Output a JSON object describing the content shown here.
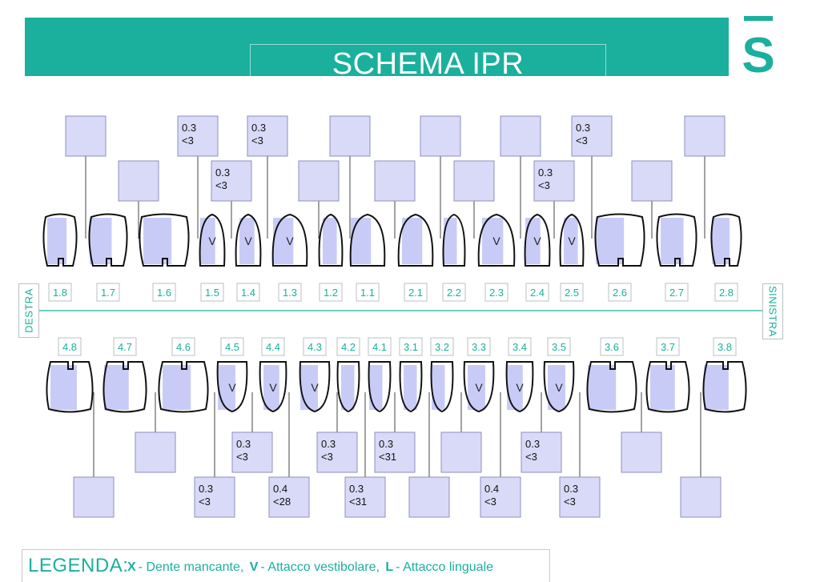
{
  "header": {
    "title": "SCHEMA IPR (STRIPPING)",
    "logo_letter": "S",
    "color": "#1ab09d"
  },
  "sides": {
    "left": "DESTRA",
    "right": "SINISTRA"
  },
  "colors": {
    "accent": "#1ab09d",
    "box_fill": "#d9daf7",
    "box_border": "#8f8fbf",
    "tooth_fill": "#c9cbf7",
    "line": "#444444",
    "outline": "#111111"
  },
  "upper_teeth": [
    "1.8",
    "1.7",
    "1.6",
    "1.5",
    "1.4",
    "1.3",
    "1.2",
    "1.1",
    "2.1",
    "2.2",
    "2.3",
    "2.4",
    "2.5",
    "2.6",
    "2.7",
    "2.8"
  ],
  "lower_teeth": [
    "4.8",
    "4.7",
    "4.6",
    "4.5",
    "4.4",
    "4.3",
    "4.2",
    "4.1",
    "3.1",
    "3.2",
    "3.3",
    "3.4",
    "3.5",
    "3.6",
    "3.7",
    "3.8"
  ],
  "upper_marks": [
    "",
    "",
    "",
    "V",
    "V",
    "V",
    "",
    "",
    "",
    "",
    "V",
    "V",
    "V",
    "",
    "",
    ""
  ],
  "lower_marks": [
    "",
    "",
    "",
    "V",
    "V",
    "V",
    "",
    "",
    "",
    "",
    "V",
    "V",
    "V",
    "",
    "",
    ""
  ],
  "upper_boxes": [
    {
      "amount": "",
      "limit": ""
    },
    {
      "amount": "",
      "limit": ""
    },
    {
      "amount": "0.3",
      "limit": "<3"
    },
    {
      "amount": "0.3",
      "limit": "<3"
    },
    {
      "amount": "0.3",
      "limit": "<3"
    },
    {
      "amount": "",
      "limit": ""
    },
    {
      "amount": "",
      "limit": ""
    },
    {
      "amount": "",
      "limit": ""
    },
    {
      "amount": "",
      "limit": ""
    },
    {
      "amount": "",
      "limit": ""
    },
    {
      "amount": "",
      "limit": ""
    },
    {
      "amount": "0.3",
      "limit": "<3"
    },
    {
      "amount": "0.3",
      "limit": "<3"
    },
    {
      "amount": "",
      "limit": ""
    },
    {
      "amount": "",
      "limit": ""
    }
  ],
  "lower_boxes": [
    {
      "amount": "",
      "limit": ""
    },
    {
      "amount": "",
      "limit": ""
    },
    {
      "amount": "0.3",
      "limit": "<3"
    },
    {
      "amount": "0.3",
      "limit": "<3"
    },
    {
      "amount": "0.4",
      "limit": "<28"
    },
    {
      "amount": "0.3",
      "limit": "<3"
    },
    {
      "amount": "0.3",
      "limit": "<31"
    },
    {
      "amount": "0.3",
      "limit": "<31"
    },
    {
      "amount": "",
      "limit": ""
    },
    {
      "amount": "",
      "limit": ""
    },
    {
      "amount": "0.4",
      "limit": "<3"
    },
    {
      "amount": "0.3",
      "limit": "<3"
    },
    {
      "amount": "0.3",
      "limit": "<3"
    },
    {
      "amount": "",
      "limit": ""
    },
    {
      "amount": "",
      "limit": ""
    }
  ],
  "legend": {
    "title": "LEGENDA:",
    "items": [
      {
        "symbol": "X",
        "text": "- Dente mancante,"
      },
      {
        "symbol": "V",
        "text": "- Attacco vestibolare,"
      },
      {
        "symbol": "L",
        "text": "- Attacco linguale"
      }
    ]
  }
}
